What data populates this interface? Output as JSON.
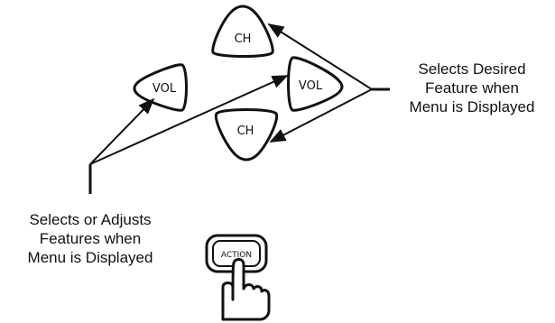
{
  "buttons": {
    "ch_up": "CH",
    "vol_left": "VOL",
    "vol_right": "VOL",
    "ch_down": "CH",
    "action": "ACTION"
  },
  "callouts": {
    "right": [
      "Selects Desired",
      "Feature when",
      "Menu is Displayed"
    ],
    "left": [
      "Selects or Adjusts",
      "Features when",
      "Menu is Displayed"
    ]
  },
  "colors": {
    "ink": "#111111",
    "background": "#ffffff"
  }
}
